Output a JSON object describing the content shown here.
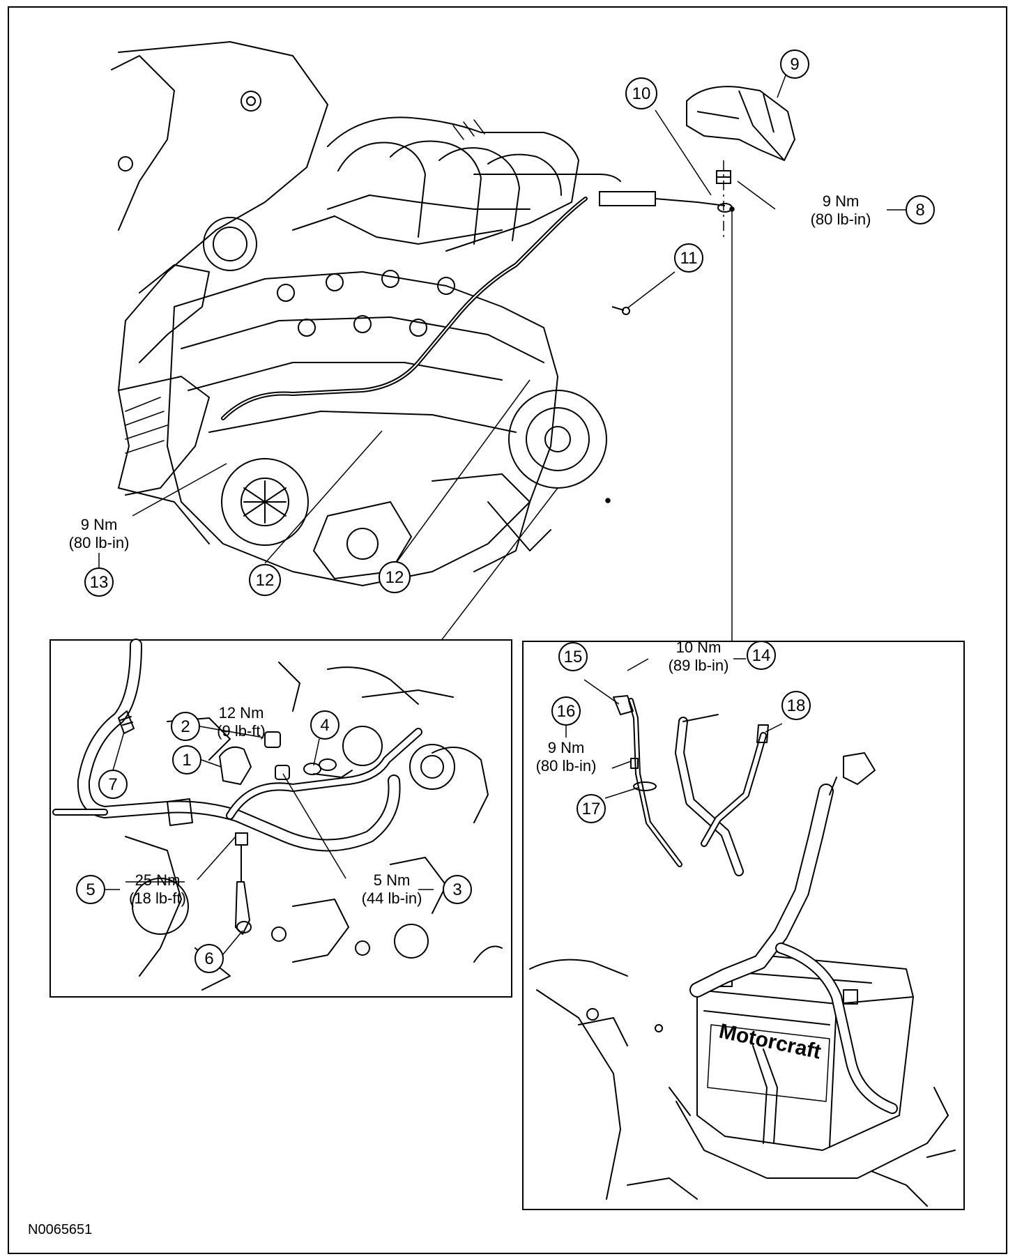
{
  "figure_id": "N0065651",
  "brand_label": "Motorcraft",
  "callouts": {
    "c1": "1",
    "c2": "2",
    "c3": "3",
    "c4": "4",
    "c5": "5",
    "c6": "6",
    "c7": "7",
    "c8": "8",
    "c9": "9",
    "c10": "10",
    "c11": "11",
    "c12a": "12",
    "c12b": "12",
    "c13": "13",
    "c14": "14",
    "c15": "15",
    "c16": "16",
    "c17": "17",
    "c18": "18"
  },
  "torque_specs": {
    "t2": {
      "metric": "12 Nm",
      "imperial": "(9 lb-ft)"
    },
    "t3": {
      "metric": "5 Nm",
      "imperial": "(44 lb-in)"
    },
    "t5": {
      "metric": "25 Nm",
      "imperial": "(18 lb-ft)"
    },
    "t8": {
      "metric": "9 Nm",
      "imperial": "(80 lb-in)"
    },
    "t13": {
      "metric": "9 Nm",
      "imperial": "(80 lb-in)"
    },
    "t14": {
      "metric": "10 Nm",
      "imperial": "(89 lb-in)"
    },
    "t16": {
      "metric": "9 Nm",
      "imperial": "(80 lb-in)"
    }
  }
}
